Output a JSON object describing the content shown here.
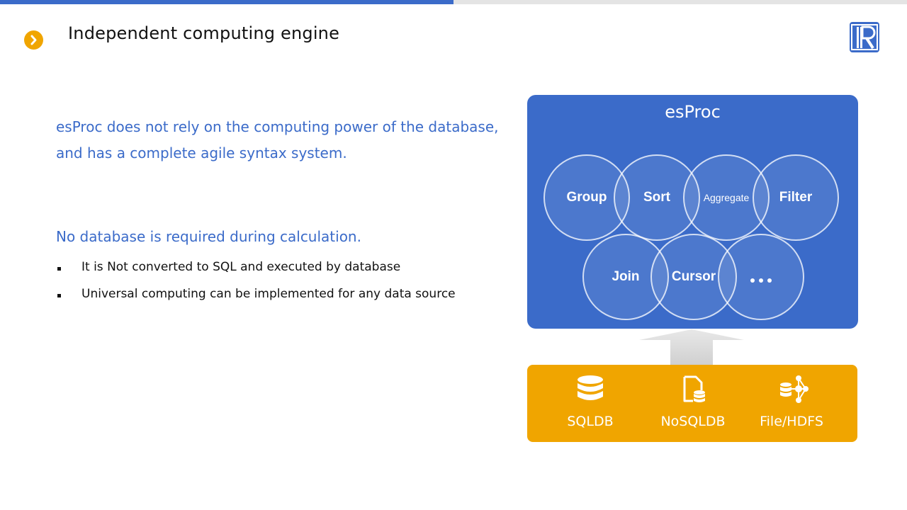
{
  "slide": {
    "title": "Independent computing engine",
    "lead_line1": "esProc does not rely on the computing power of the database,",
    "lead_line2": "and has a complete agile syntax system.",
    "subheading": "No database is required during calculation.",
    "bullets": [
      "It is Not converted to SQL and executed by database",
      "Universal computing can be implemented for any data source"
    ]
  },
  "engine": {
    "title": "esProc",
    "operations": [
      "Group",
      "Sort",
      "Aggregate",
      "Filter",
      "Join",
      "Cursor",
      "..."
    ]
  },
  "sources": [
    {
      "label": "SQLDB",
      "icon": "database-icon"
    },
    {
      "label": "NoSQLDB",
      "icon": "document-database-icon"
    },
    {
      "label": "File/HDFS",
      "icon": "distributed-network-icon"
    }
  ],
  "colors": {
    "brand_blue": "#3b6bc9",
    "accent_orange": "#f0a500",
    "topbar_gray": "#e4e4e4"
  }
}
